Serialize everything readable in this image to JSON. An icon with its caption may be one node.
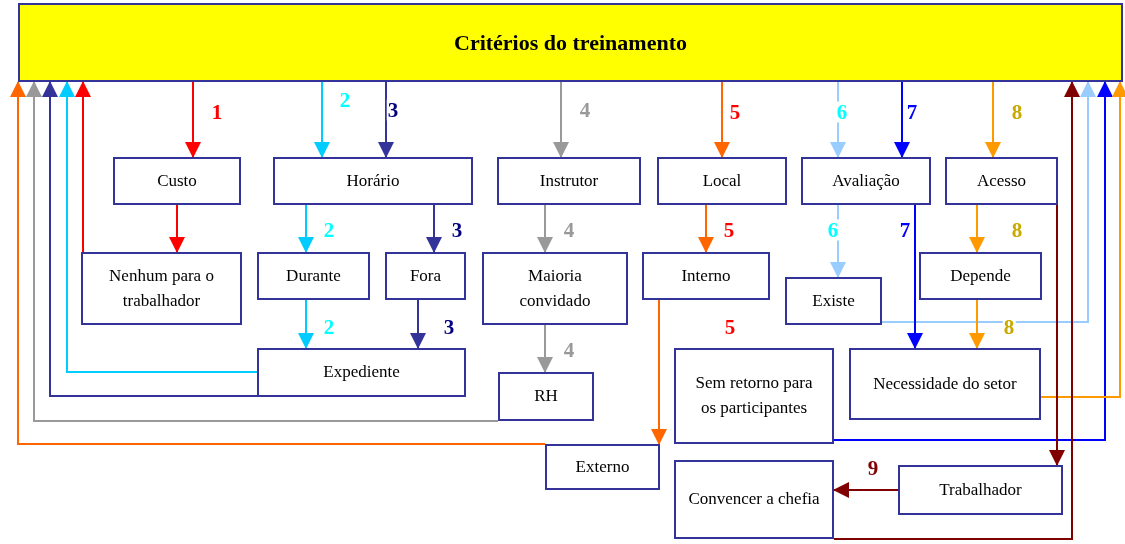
{
  "diagram": {
    "nodes": [
      {
        "text": [
          "Critérios do treinamento"
        ]
      },
      {
        "text": [
          "Custo"
        ]
      },
      {
        "text": [
          "Horário"
        ]
      },
      {
        "text": [
          "Instrutor"
        ]
      },
      {
        "text": [
          "Local"
        ]
      },
      {
        "text": [
          "Avaliação"
        ]
      },
      {
        "text": [
          "Acesso"
        ]
      },
      {
        "text": [
          "Nenhum para o trabalhador"
        ]
      },
      {
        "text": [
          "Durante"
        ]
      },
      {
        "text": [
          "Fora"
        ]
      },
      {
        "text": [
          "Maioria convidado"
        ]
      },
      {
        "text": [
          "Interno"
        ]
      },
      {
        "text": [
          "Existe"
        ]
      },
      {
        "text": [
          "Depende"
        ]
      },
      {
        "text": [
          "Expediente"
        ]
      },
      {
        "text": [
          "RH"
        ]
      },
      {
        "text": [
          "Sem retorno para os participantes"
        ]
      },
      {
        "text": [
          "Necessidade do setor"
        ]
      },
      {
        "text": [
          "Externo"
        ]
      },
      {
        "text": [
          "Trabalhador"
        ]
      },
      {
        "text": [
          "Convencer a chefia"
        ]
      }
    ],
    "edges": [
      {
        "from": 0,
        "to": 1,
        "arrow": "to",
        "label": "1",
        "color": "#ff0000"
      },
      {
        "from": 1,
        "to": 7,
        "arrow": "to",
        "color": "#ff0000"
      },
      {
        "from": 7,
        "to": 0,
        "arrow": "to",
        "color": "#ff0000"
      },
      {
        "from": 0,
        "to": 2,
        "arrow": "to",
        "label": "2",
        "color": "#00ccff"
      },
      {
        "from": 2,
        "to": 8,
        "arrow": "to",
        "label": "2",
        "color": "#00ccff"
      },
      {
        "from": 8,
        "to": 14,
        "arrow": "to",
        "label": "2",
        "color": "#00ccff"
      },
      {
        "from": 14,
        "to": 0,
        "arrow": "to",
        "color": "#00ccff"
      },
      {
        "from": 0,
        "to": 2,
        "arrow": "to",
        "label": "3",
        "color": "#333399"
      },
      {
        "from": 2,
        "to": 9,
        "arrow": "to",
        "label": "3",
        "color": "#333399"
      },
      {
        "from": 9,
        "to": 14,
        "arrow": "to",
        "label": "3",
        "color": "#333399"
      },
      {
        "from": 14,
        "to": 0,
        "arrow": "to",
        "color": "#333399"
      },
      {
        "from": 0,
        "to": 3,
        "arrow": "to",
        "label": "4",
        "color": "#999999"
      },
      {
        "from": 3,
        "to": 10,
        "arrow": "to",
        "label": "4",
        "color": "#999999"
      },
      {
        "from": 10,
        "to": 15,
        "arrow": "to",
        "label": "4",
        "color": "#999999"
      },
      {
        "from": 15,
        "to": 0,
        "arrow": "to",
        "color": "#999999"
      },
      {
        "from": 0,
        "to": 4,
        "arrow": "to",
        "label": "5",
        "color": "#ff6600"
      },
      {
        "from": 4,
        "to": 11,
        "arrow": "to",
        "label": "5",
        "color": "#ff6600"
      },
      {
        "from": 11,
        "to": 18,
        "arrow": "to",
        "color": "#ff6600"
      },
      {
        "from": 18,
        "to": 0,
        "arrow": "to",
        "color": "#ff6600"
      },
      {
        "from": 0,
        "to": 5,
        "arrow": "to",
        "label": "6",
        "color": "#99ccff"
      },
      {
        "from": 5,
        "to": 12,
        "arrow": "to",
        "label": "6",
        "color": "#99ccff"
      },
      {
        "from": 12,
        "to": 0,
        "arrow": "to",
        "color": "#99ccff"
      },
      {
        "from": 0,
        "to": 5,
        "arrow": "to",
        "label": "7",
        "color": "#0000ff"
      },
      {
        "from": 5,
        "to": 17,
        "arrow": "to",
        "label": "7",
        "color": "#0000ff"
      },
      {
        "from": 16,
        "to": 0,
        "arrow": "to",
        "color": "#0000ff"
      },
      {
        "from": 0,
        "to": 6,
        "arrow": "to",
        "label": "8",
        "color": "#ff9900"
      },
      {
        "from": 6,
        "to": 13,
        "arrow": "to",
        "label": "8",
        "color": "#ff9900"
      },
      {
        "from": 13,
        "to": 17,
        "arrow": "to",
        "label": "8",
        "color": "#ff9900"
      },
      {
        "from": 17,
        "to": 0,
        "arrow": "to",
        "color": "#ff9900"
      },
      {
        "from": 6,
        "to": 19,
        "arrow": "to",
        "color": "#800000"
      },
      {
        "from": 19,
        "to": 20,
        "arrow": "to",
        "label": "9",
        "color": "#800000"
      },
      {
        "from": 20,
        "to": 0,
        "arrow": "to",
        "color": "#800000"
      }
    ],
    "labels": [
      "5"
    ]
  }
}
